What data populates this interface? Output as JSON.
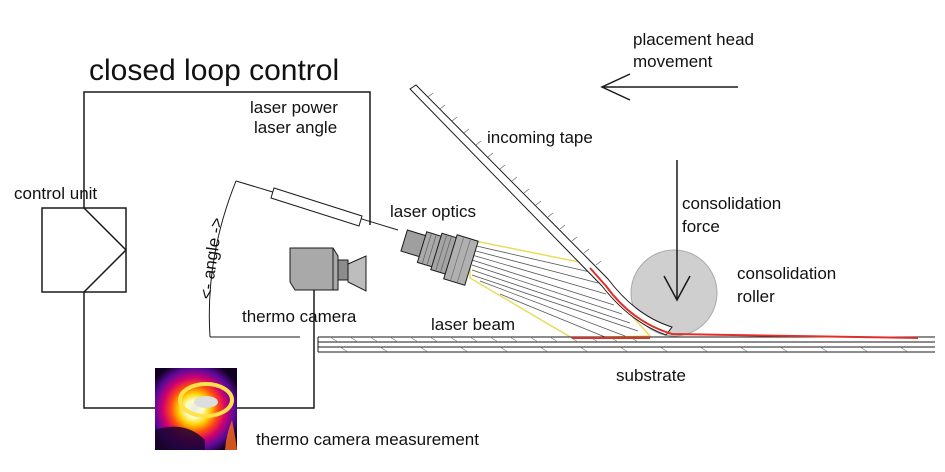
{
  "title": "closed loop control",
  "labels": {
    "laser_power": "laser power",
    "laser_angle": "laser angle",
    "control_unit": "control unit",
    "angle": "<- angle ->",
    "thermo_camera": "thermo camera",
    "laser_optics": "laser optics",
    "laser_beam": "laser beam",
    "incoming_tape": "incoming tape",
    "placement_head_line1": "placement head",
    "placement_head_line2": "movement",
    "consolidation_force_line1": "consolidation",
    "consolidation_force_line2": "force",
    "consolidation_roller_line1": "consolidation",
    "consolidation_roller_line2": "roller",
    "substrate": "substrate",
    "thermo_camera_measurement": "thermo camera measurement"
  },
  "colors": {
    "line": "#1a1a1a",
    "roller": "#cfcfcf",
    "heated_zone": "#e0302a",
    "beam_edge": "#e8dc5a",
    "optics": "#a9a9a9"
  },
  "icons": {
    "camera": "video-camera-icon",
    "thermal_image": "thermal-image-icon"
  }
}
